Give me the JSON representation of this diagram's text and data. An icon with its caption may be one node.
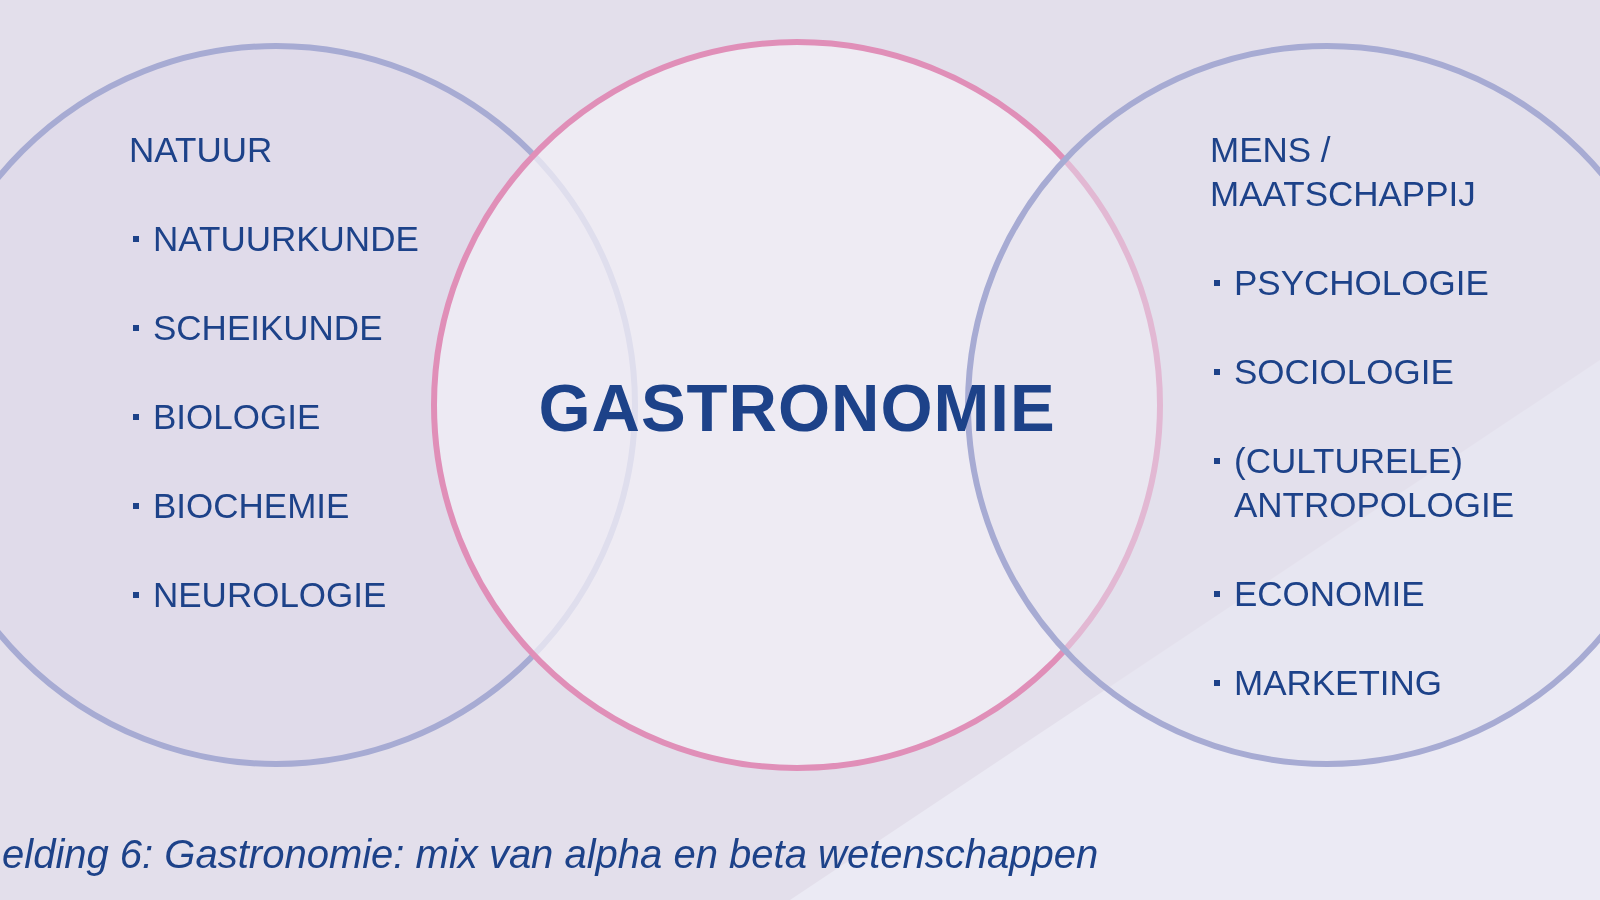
{
  "diagram": {
    "caption": "elding 6: Gastronomie: mix van alpha en beta wetenschappen",
    "nodes": [
      {
        "text": [
          "NATUUR",
          "NATUURKUNDE",
          "SCHEIKUNDE",
          "BIOLOGIE",
          "BIOCHEMIE",
          "NEUROLOGIE"
        ]
      },
      {
        "text": [
          "GASTRONOMIE"
        ]
      },
      {
        "text": [
          "MENS / MAATSCHAPPIJ",
          "PSYCHOLOGIE",
          "SOCIOLOGIE",
          "(CULTURELE) ANTROPOLOGIE",
          "ECONOMIE",
          "MARKETING"
        ]
      }
    ]
  }
}
